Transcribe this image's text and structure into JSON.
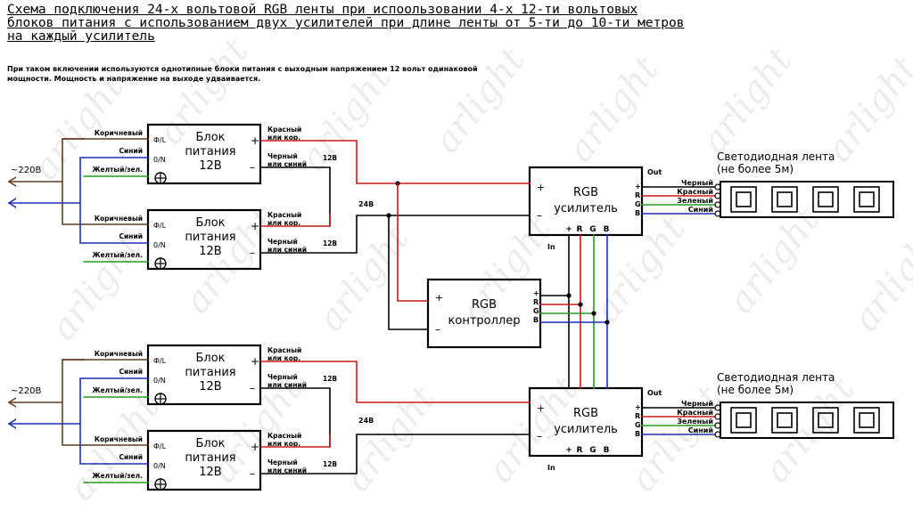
{
  "title": "Схема подключения 24-х вольтовой RGB ленты при испоользовании 4-х 12-ти вольтовых блоков питания с использованием двух усилителей при длине ленты от 5-ти до 10-ти метров на каждый усилитель",
  "note": "При таком включении используются однотипные блоки питания с выходным напряжением 12 вольт одинаковой мощности. Мощность и напряжение на выходе удваивается.",
  "watermark": "arlight",
  "mains": "~220В",
  "psu": {
    "label_line1": "Блок",
    "label_line2": "питания",
    "label_line3": "12В",
    "in_L": "Ф/L",
    "in_N": "0/N",
    "wire_brown": "Коричневый",
    "wire_blue": "Синий",
    "wire_ground": "Желтый/зел.",
    "out_red_1": "Красный",
    "out_red_2": "или кор.",
    "out_black_1": "Черный",
    "out_black_2": "или синий",
    "out_voltage": "12В",
    "plus": "+",
    "minus": "–"
  },
  "bus_voltage": "24В",
  "amplifier": {
    "label_line1": "RGB",
    "label_line2": "усилитель",
    "in_label": "In",
    "out_label": "Out",
    "pins_in": [
      "+",
      "R",
      "G",
      "B"
    ],
    "pins_out": [
      "+",
      "R",
      "G",
      "B"
    ],
    "wire_black": "Черный",
    "wire_red": "Красный",
    "wire_green": "Зеленый",
    "wire_blue": "Синий"
  },
  "controller": {
    "label_line1": "RGB",
    "label_line2": "контроллер",
    "pins": [
      "+",
      "R",
      "G",
      "B"
    ]
  },
  "strip": {
    "label_line1": "Светодиодная лента",
    "label_line2": "(не более 5м)"
  },
  "colors": {
    "brown": "#6b3a1f",
    "blue": "#1a2fc0",
    "green": "#1fa01f",
    "red": "#d01818",
    "black": "#000000"
  }
}
